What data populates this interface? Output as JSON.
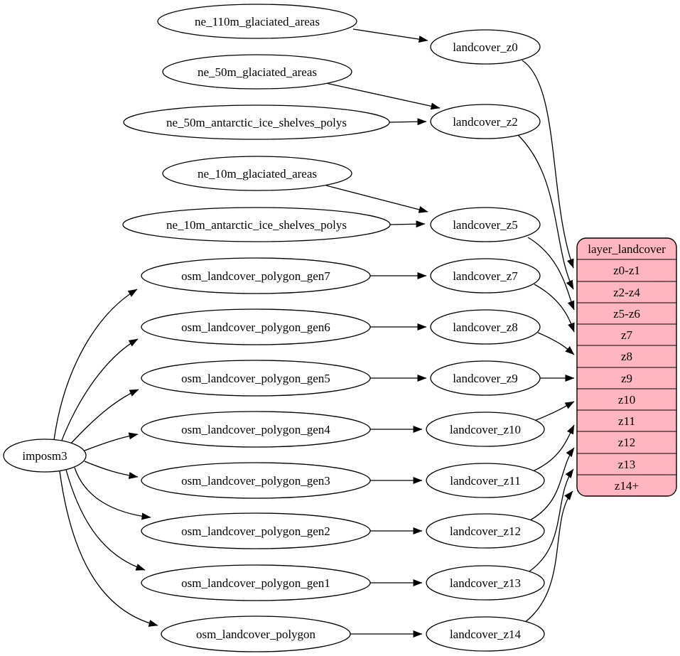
{
  "graph": {
    "root": {
      "label": "imposm3"
    },
    "sources": [
      "ne_110m_glaciated_areas",
      "ne_50m_glaciated_areas",
      "ne_50m_antarctic_ice_shelves_polys",
      "ne_10m_glaciated_areas",
      "ne_10m_antarctic_ice_shelves_polys",
      "osm_landcover_polygon_gen7",
      "osm_landcover_polygon_gen6",
      "osm_landcover_polygon_gen5",
      "osm_landcover_polygon_gen4",
      "osm_landcover_polygon_gen3",
      "osm_landcover_polygon_gen2",
      "osm_landcover_polygon_gen1",
      "osm_landcover_polygon"
    ],
    "intermediates": [
      "landcover_z0",
      "landcover_z2",
      "landcover_z5",
      "landcover_z7",
      "landcover_z8",
      "landcover_z9",
      "landcover_z10",
      "landcover_z11",
      "landcover_z12",
      "landcover_z13",
      "landcover_z14"
    ],
    "record": {
      "title": "layer_landcover",
      "rows": [
        "z0-z1",
        "z2-z4",
        "z5-z6",
        "z7",
        "z8",
        "z9",
        "z10",
        "z11",
        "z12",
        "z13",
        "z14+"
      ]
    },
    "edges": [
      {
        "from": "imposm3",
        "to": "osm_landcover_polygon_gen7"
      },
      {
        "from": "imposm3",
        "to": "osm_landcover_polygon_gen6"
      },
      {
        "from": "imposm3",
        "to": "osm_landcover_polygon_gen5"
      },
      {
        "from": "imposm3",
        "to": "osm_landcover_polygon_gen4"
      },
      {
        "from": "imposm3",
        "to": "osm_landcover_polygon_gen3"
      },
      {
        "from": "imposm3",
        "to": "osm_landcover_polygon_gen2"
      },
      {
        "from": "imposm3",
        "to": "osm_landcover_polygon_gen1"
      },
      {
        "from": "imposm3",
        "to": "osm_landcover_polygon"
      },
      {
        "from": "ne_110m_glaciated_areas",
        "to": "landcover_z0"
      },
      {
        "from": "ne_50m_glaciated_areas",
        "to": "landcover_z2"
      },
      {
        "from": "ne_50m_antarctic_ice_shelves_polys",
        "to": "landcover_z2"
      },
      {
        "from": "ne_10m_glaciated_areas",
        "to": "landcover_z5"
      },
      {
        "from": "ne_10m_antarctic_ice_shelves_polys",
        "to": "landcover_z5"
      },
      {
        "from": "osm_landcover_polygon_gen7",
        "to": "landcover_z7"
      },
      {
        "from": "osm_landcover_polygon_gen6",
        "to": "landcover_z8"
      },
      {
        "from": "osm_landcover_polygon_gen5",
        "to": "landcover_z9"
      },
      {
        "from": "osm_landcover_polygon_gen4",
        "to": "landcover_z10"
      },
      {
        "from": "osm_landcover_polygon_gen3",
        "to": "landcover_z11"
      },
      {
        "from": "osm_landcover_polygon_gen2",
        "to": "landcover_z12"
      },
      {
        "from": "osm_landcover_polygon_gen1",
        "to": "landcover_z13"
      },
      {
        "from": "osm_landcover_polygon",
        "to": "landcover_z14"
      },
      {
        "from": "landcover_z0",
        "to": "layer_landcover:z0-z1"
      },
      {
        "from": "landcover_z2",
        "to": "layer_landcover:z2-z4"
      },
      {
        "from": "landcover_z5",
        "to": "layer_landcover:z5-z6"
      },
      {
        "from": "landcover_z7",
        "to": "layer_landcover:z7"
      },
      {
        "from": "landcover_z8",
        "to": "layer_landcover:z8"
      },
      {
        "from": "landcover_z9",
        "to": "layer_landcover:z9"
      },
      {
        "from": "landcover_z10",
        "to": "layer_landcover:z10"
      },
      {
        "from": "landcover_z11",
        "to": "layer_landcover:z11"
      },
      {
        "from": "landcover_z12",
        "to": "layer_landcover:z12"
      },
      {
        "from": "landcover_z13",
        "to": "layer_landcover:z13"
      },
      {
        "from": "landcover_z14",
        "to": "layer_landcover:z14+"
      }
    ]
  },
  "colors": {
    "record_fill": "#ffb6c1",
    "node_fill": "#ffffff",
    "edge_stroke": "#000000",
    "background": "#ffffff"
  }
}
